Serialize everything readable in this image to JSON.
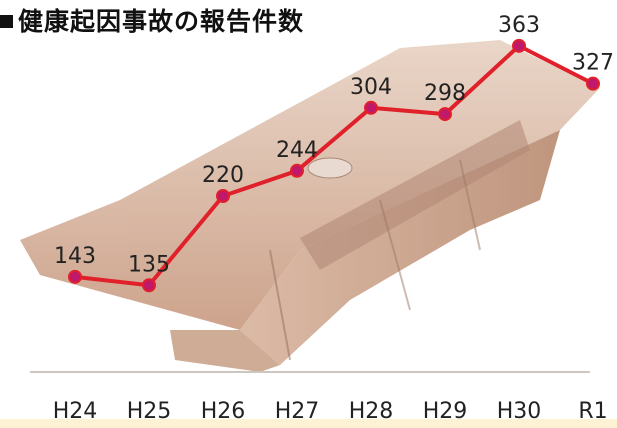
{
  "title": "健康起因事故の報告件数",
  "chart_data": {
    "type": "line",
    "title": "健康起因事故の報告件数",
    "categories": [
      "H24",
      "H25",
      "H26",
      "H27",
      "H28",
      "H29",
      "H30",
      "R1"
    ],
    "series": [
      {
        "values": [
          143,
          135,
          220,
          244,
          304,
          298,
          363,
          327
        ],
        "color": "#e0202a",
        "marker_color": "#c0186a"
      }
    ],
    "ylim": [
      100,
      380
    ],
    "grid": false,
    "legend": "none",
    "background": "photo of an overturned bus"
  }
}
